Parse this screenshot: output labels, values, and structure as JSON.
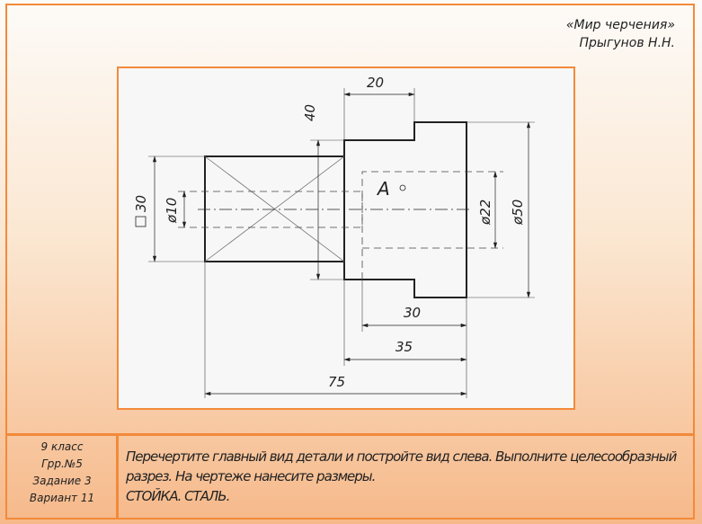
{
  "credit": {
    "line1": "«Мир черчения»",
    "line2": "Прыгунов Н.Н."
  },
  "meta": {
    "grade": "9 класс",
    "group": "Грр.№5",
    "task": "Задание 3",
    "variant": "Вариант 11"
  },
  "task": {
    "line1": "Перечертите главный вид детали и постройте вид слева. Выполните целесообразный",
    "line2": "разрез. На чертеже нанесите размеры.",
    "line3": "СТОЙКА. СТАЛЬ."
  },
  "drawing": {
    "dims": {
      "d20": "20",
      "d40": "40",
      "sq30": "30",
      "phi10": "ø10",
      "phi22": "ø22",
      "phi50": "ø50",
      "d30": "30",
      "d35": "35",
      "d75": "75"
    },
    "label_a": "A"
  }
}
